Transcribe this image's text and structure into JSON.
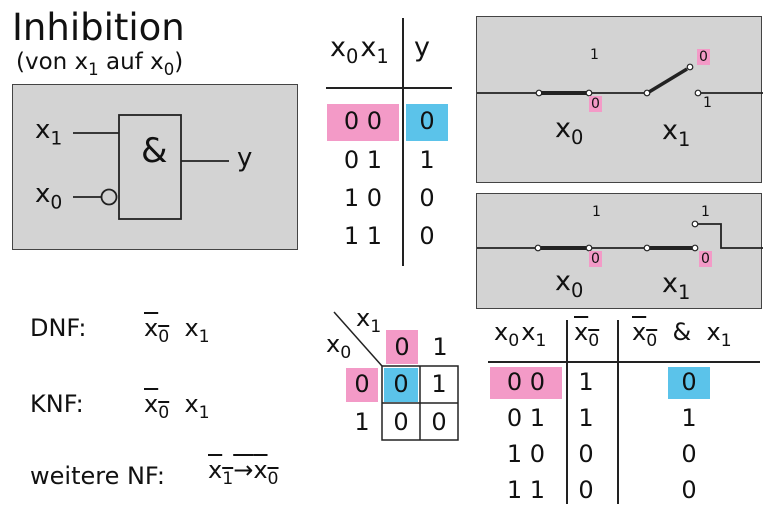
{
  "title": "Inhibition",
  "subtitle_prefix": "(von x",
  "subtitle_sub1": "1",
  "subtitle_mid": " auf x",
  "subtitle_sub0": "0",
  "subtitle_suffix": ")",
  "gate": {
    "input1_var": "x",
    "input1_sub": "1",
    "input0_var": "x",
    "input0_sub": "0",
    "symbol": "&",
    "output": "y"
  },
  "truth_table": {
    "header_inputs": [
      "x",
      "0",
      "x",
      "1"
    ],
    "header_output": "y",
    "rows": [
      {
        "inputs": "0 0",
        "output": "0"
      },
      {
        "inputs": "0 1",
        "output": "1"
      },
      {
        "inputs": "1 0",
        "output": "0"
      },
      {
        "inputs": "1 1",
        "output": "0"
      }
    ]
  },
  "switch_top": {
    "label_x0": "x",
    "label_x0_sub": "0",
    "label_x1": "x",
    "label_x1_sub": "1",
    "marks": [
      "1",
      "0",
      "0",
      "1"
    ]
  },
  "switch_bottom": {
    "label_x0": "x",
    "label_x0_sub": "0",
    "label_x1": "x",
    "label_x1_sub": "1",
    "marks": [
      "1",
      "0",
      "1",
      "0"
    ]
  },
  "normal_forms": {
    "dnf_label": "DNF:",
    "dnf_a": "x",
    "dnf_a_sub": "0",
    "dnf_b": "x",
    "dnf_b_sub": "1",
    "knf_label": "KNF:",
    "knf_a": "x",
    "knf_a_sub": "0",
    "knf_b": "x",
    "knf_b_sub": "1",
    "other_label": "weitere NF:",
    "other_a": "x",
    "other_a_sub": "1",
    "other_arrow": "→",
    "other_b": "x",
    "other_b_sub": "0"
  },
  "kmap": {
    "row_var": "x",
    "row_var_sub": "0",
    "col_var": "x",
    "col_var_sub": "1",
    "col_headers": [
      "0",
      "1"
    ],
    "row_headers": [
      "0",
      "1"
    ],
    "cells": [
      [
        "0",
        "1"
      ],
      [
        "0",
        "0"
      ]
    ]
  },
  "bottom_table": {
    "h_x0": "x",
    "h_x0_sub": "0",
    "h_x1": "x",
    "h_x1_sub": "1",
    "h_notx0": "x",
    "h_notx0_sub": "0",
    "h_expr_a": "x",
    "h_expr_a_sub": "0",
    "h_amp": "&",
    "h_expr_b": "x",
    "h_expr_b_sub": "1",
    "rows": [
      {
        "inputs": "0 0",
        "not": "1",
        "out": "0"
      },
      {
        "inputs": "0 1",
        "not": "1",
        "out": "1"
      },
      {
        "inputs": "1 0",
        "not": "0",
        "out": "0"
      },
      {
        "inputs": "1 1",
        "not": "0",
        "out": "0"
      }
    ]
  },
  "colors": {
    "pink": "#f39ac7",
    "blue": "#5bc3ea",
    "panel": "#d3d3d3"
  }
}
